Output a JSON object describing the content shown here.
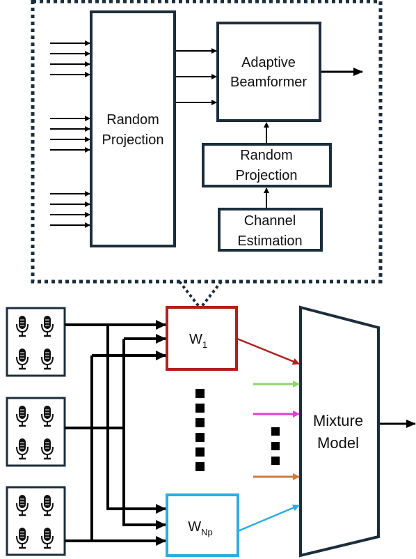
{
  "blocks": {
    "random_projection_main": [
      "Random",
      "Projection"
    ],
    "adaptive_beamformer": [
      "Adaptive",
      "Beamformer"
    ],
    "random_projection_small": [
      "Random",
      "Projection"
    ],
    "channel_estimation": [
      "Channel",
      "Estimation"
    ],
    "filter_first": {
      "base": "W",
      "sub": "1"
    },
    "filter_last": {
      "base": "W",
      "sub": "Np"
    },
    "mixture_model": [
      "Mixture",
      "Model"
    ]
  },
  "icons": {
    "microphone": "microphone-icon"
  },
  "colors": {
    "box_stroke": "#1c2e3b",
    "w1_stroke": "#b0201c",
    "wnp_stroke": "#2aaee3",
    "arrow_red": "#b0201c",
    "arrow_green": "#8fd46a",
    "arrow_magenta": "#e43ccf",
    "arrow_orange": "#cf7a41",
    "arrow_blue": "#2aaee3",
    "line": "#000000"
  }
}
